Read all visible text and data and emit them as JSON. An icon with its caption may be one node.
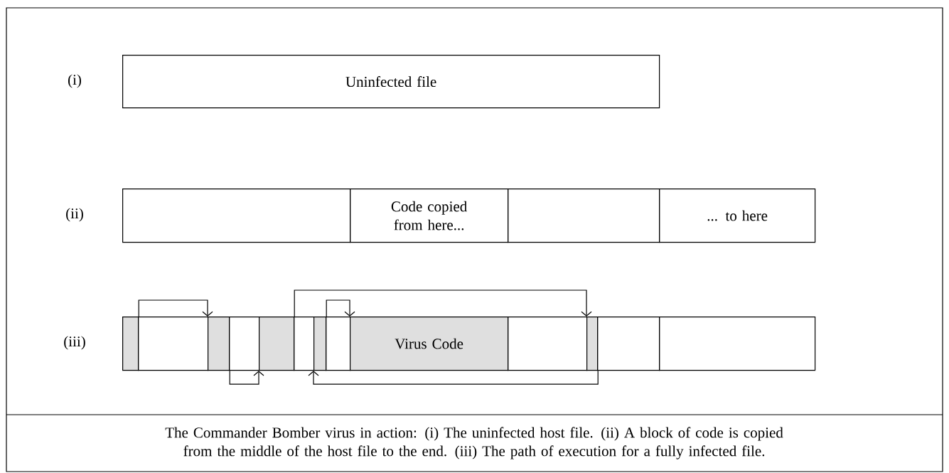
{
  "diagram": {
    "caption": "The Commander Bomber virus in action: (i) The uninfected host file. (ii) A block of code is copied from the middle of the host file to the end. (iii) The path of execution for a fully infected file.",
    "nodes": [
      {
        "text": [
          "Uninfected file"
        ]
      },
      {
        "text": [],
        "shape": "box"
      },
      {
        "text": [
          "Code copied from here..."
        ]
      },
      {
        "text": [],
        "shape": "box"
      },
      {
        "text": [
          "... to here"
        ]
      },
      {
        "text": [],
        "shape": "box"
      },
      {
        "text": [],
        "shape": "box"
      },
      {
        "text": [],
        "shape": "box"
      },
      {
        "text": [],
        "shape": "box"
      },
      {
        "text": [],
        "shape": "box"
      },
      {
        "text": [],
        "shape": "box"
      },
      {
        "text": [],
        "shape": "box"
      },
      {
        "text": [],
        "shape": "box"
      },
      {
        "text": [
          "Virus Code"
        ]
      },
      {
        "text": [],
        "shape": "box"
      },
      {
        "text": [],
        "shape": "box"
      },
      {
        "text": [],
        "shape": "box"
      },
      {
        "text": [],
        "shape": "box"
      }
    ],
    "edges": [
      {
        "from": 5,
        "to": 7,
        "arrow": "to"
      },
      {
        "from": 7,
        "to": 9,
        "arrow": "to"
      },
      {
        "from": 9,
        "to": 15,
        "arrow": "to"
      },
      {
        "from": 15,
        "to": 11,
        "arrow": "to"
      },
      {
        "from": 11,
        "to": 13,
        "arrow": "to"
      }
    ],
    "labels": [
      "(i)",
      "(ii)",
      "(iii)"
    ]
  }
}
